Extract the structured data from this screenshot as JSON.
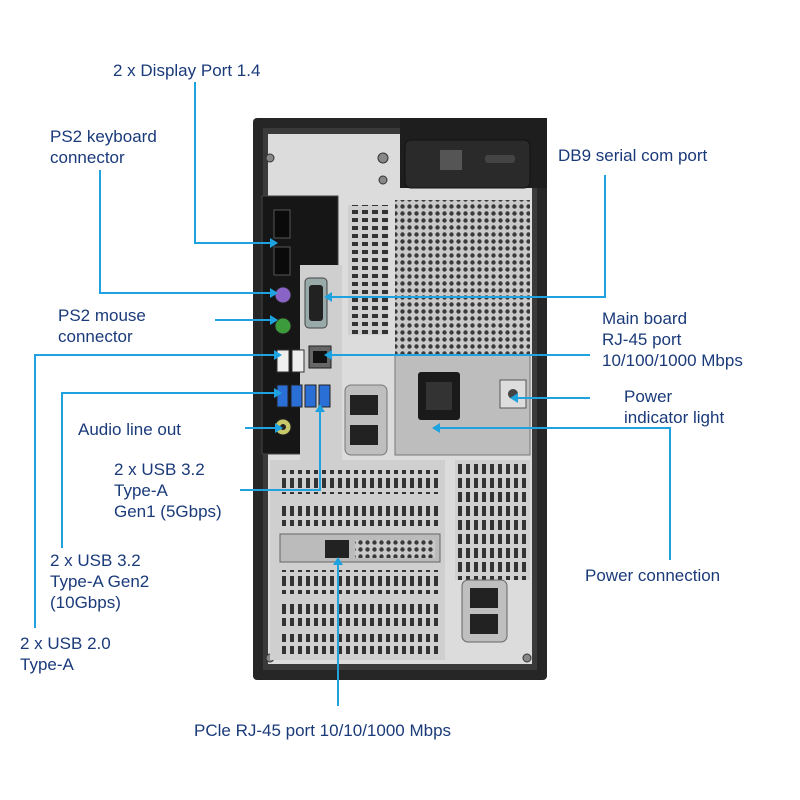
{
  "labels": {
    "display_port": "2 x Display Port 1.4",
    "ps2_keyboard": "PS2 keyboard\nconnector",
    "ps2_mouse": "PS2 mouse\nconnector",
    "db9": "DB9 serial com port",
    "main_rj45": "Main board\nRJ-45 port\n10/100/1000 Mbps",
    "power_light": "Power\nindicator light",
    "audio": "Audio line out",
    "usb_gen1": "2 x USB 3.2\nType-A\nGen1 (5Gbps)",
    "usb_gen2": "2 x USB 3.2\nType-A Gen2\n(10Gbps)",
    "usb20": "2 x USB 2.0\nType-A",
    "power_connection": "Power connection",
    "pcie_rj45": "PCle RJ-45 port 10/10/1000 Mbps"
  },
  "colors": {
    "label": "#1a3a7a",
    "leader": "#1fa3e0",
    "chassis": "#2b2b2b",
    "panel": "#d9d9d9"
  }
}
